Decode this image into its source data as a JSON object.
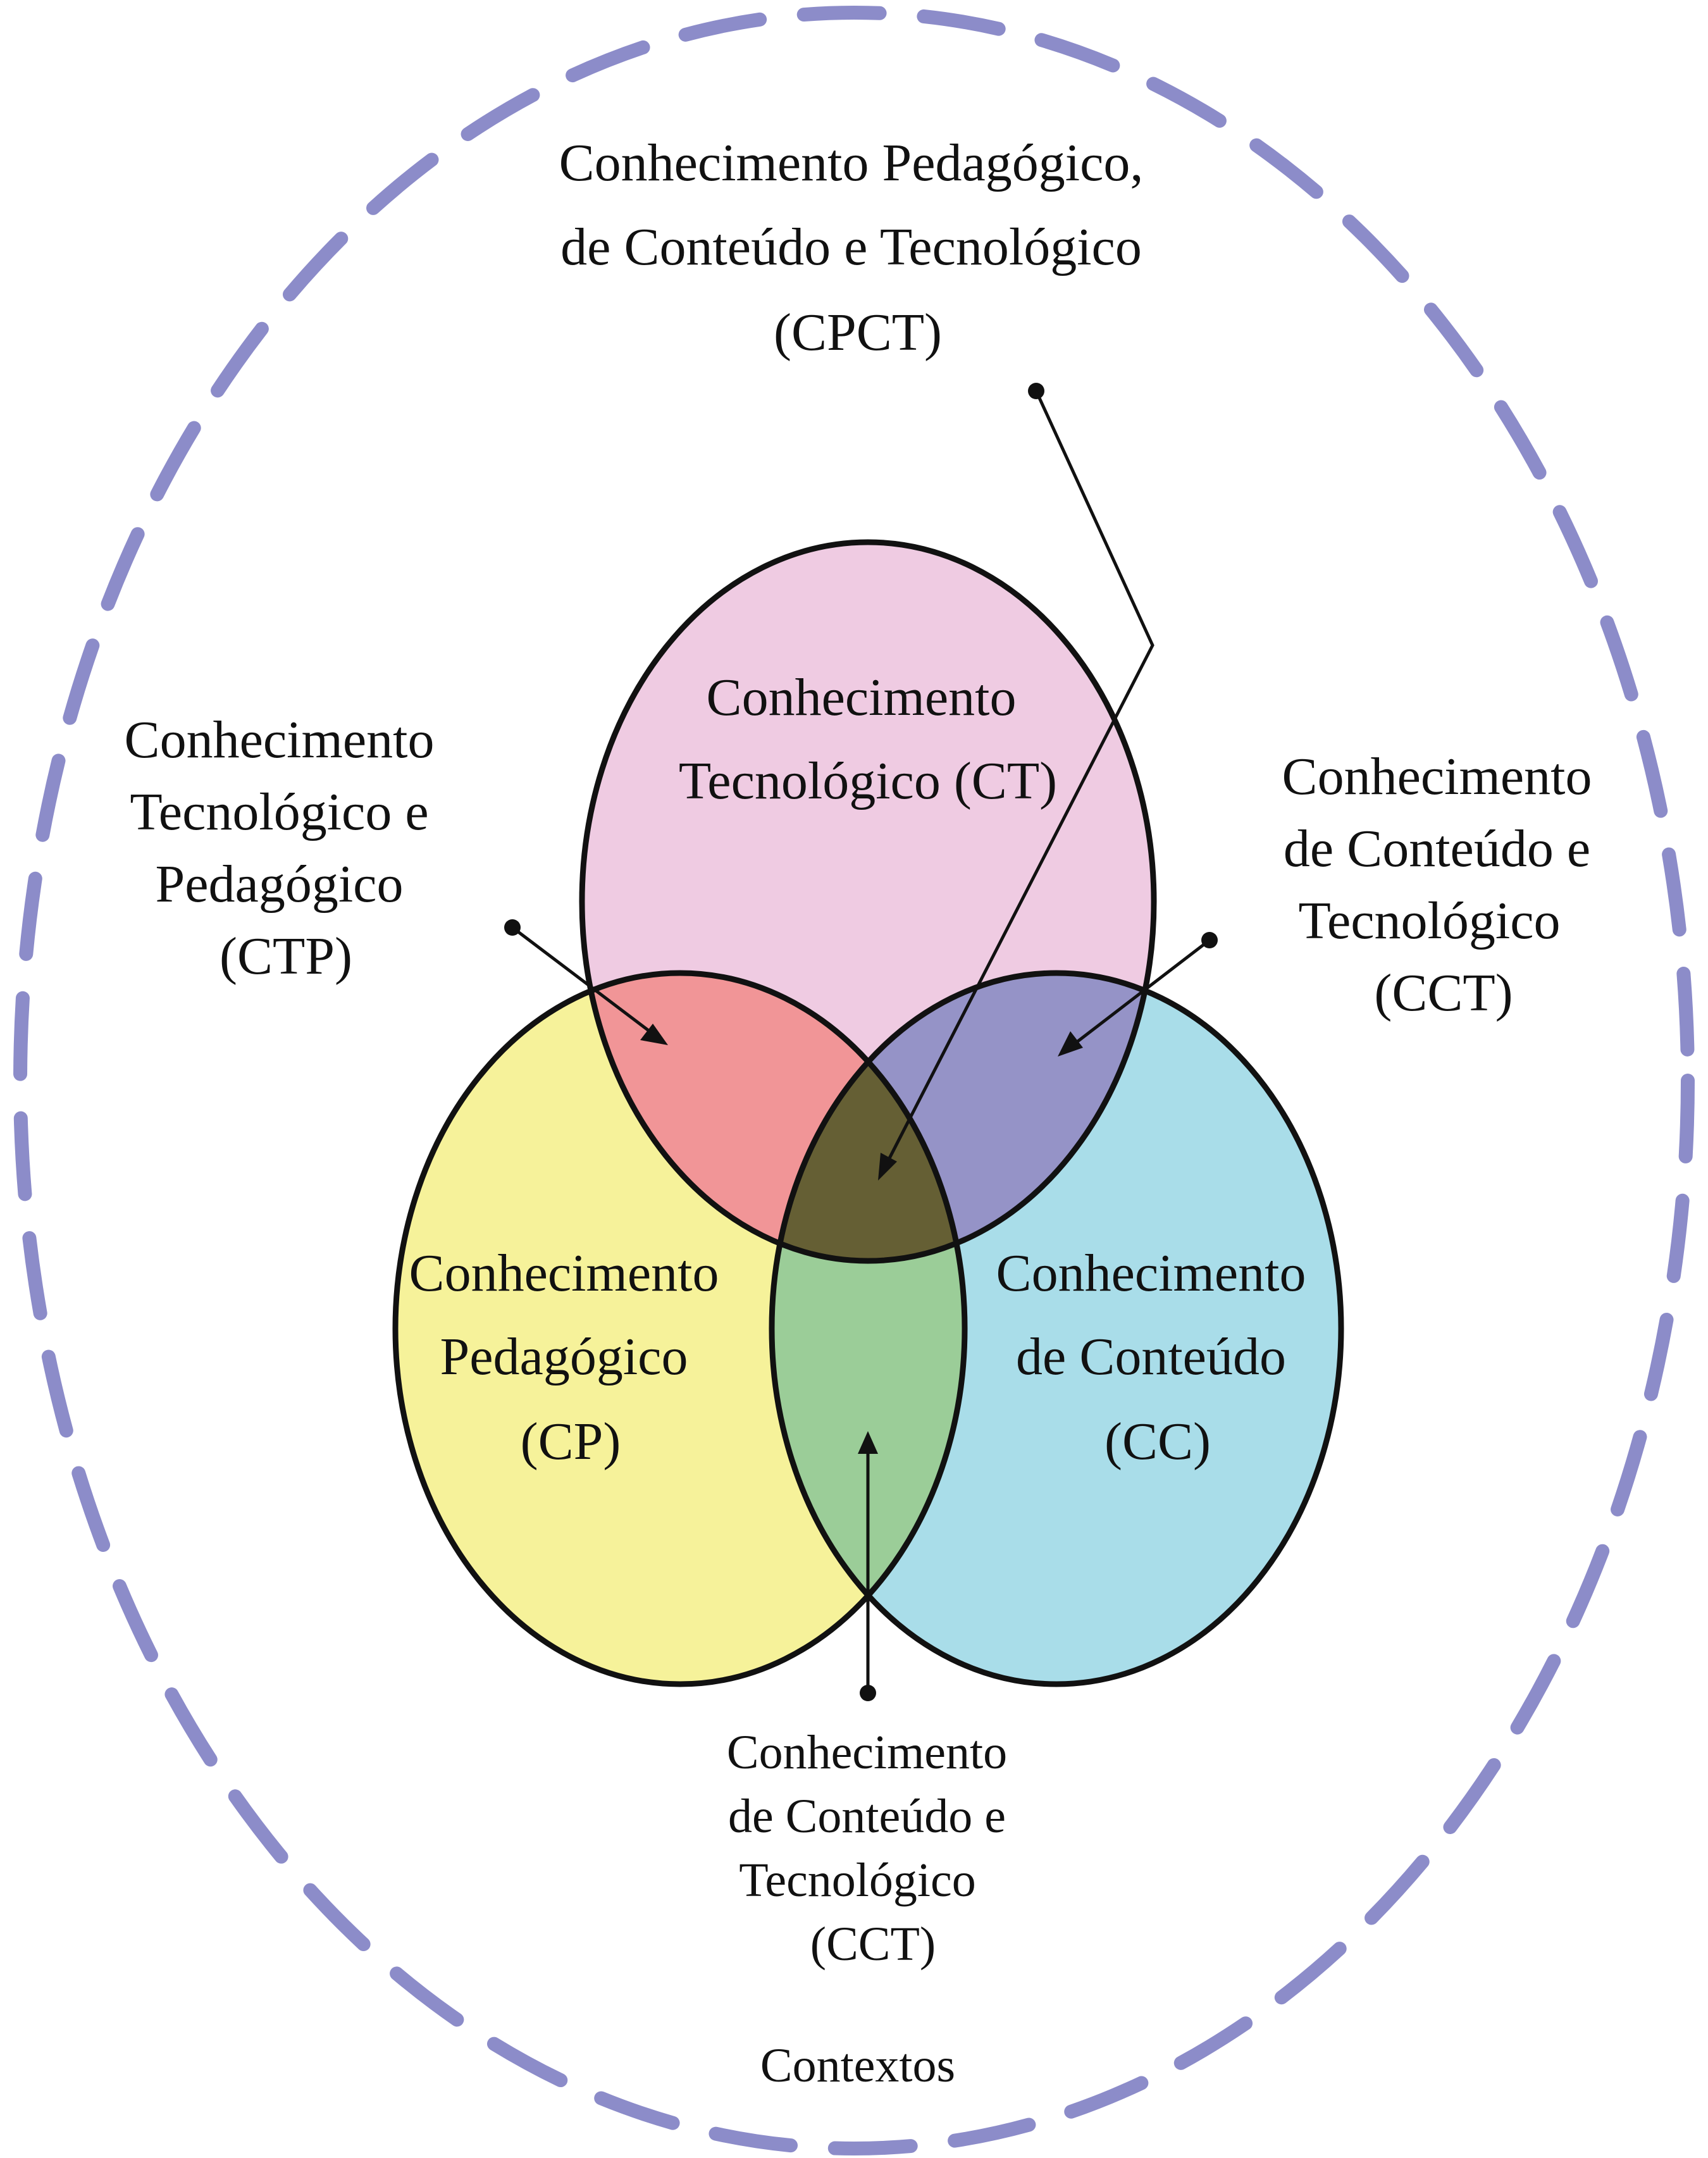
{
  "context": {
    "label": "Contextos",
    "stroke_color": "#8c8cc9"
  },
  "circles": {
    "ct": {
      "lines": [
        "Conhecimento",
        "Tecnológico (CT)"
      ],
      "fill": "#efcbe2"
    },
    "cp": {
      "lines": [
        "Conhecimento",
        "Pedagógico",
        "(CP)"
      ],
      "fill": "#f6f29a"
    },
    "cc": {
      "lines": [
        "Conhecimento",
        "de Conteúdo",
        "(CC)"
      ],
      "fill": "#a9dde9"
    }
  },
  "intersections": {
    "ctp": {
      "lines": [
        "Conhecimento",
        "Tecnológico e",
        "Pedagógico",
        "(CTP)"
      ],
      "fill": "#f19597"
    },
    "cct_top": {
      "lines": [
        "Conhecimento",
        "de Conteúdo e",
        "Tecnológico",
        "(CCT)"
      ],
      "fill": "#9593c7"
    },
    "cct_bottom": {
      "lines": [
        "Conhecimento",
        "de Conteúdo e",
        "Tecnológico",
        "(CCT)"
      ],
      "fill": "#9bcd98"
    },
    "cpct": {
      "lines": [
        "Conhecimento Pedagógico,",
        "de Conteúdo e Tecnológico",
        "(CPCT)"
      ],
      "fill": "#655f34"
    }
  }
}
